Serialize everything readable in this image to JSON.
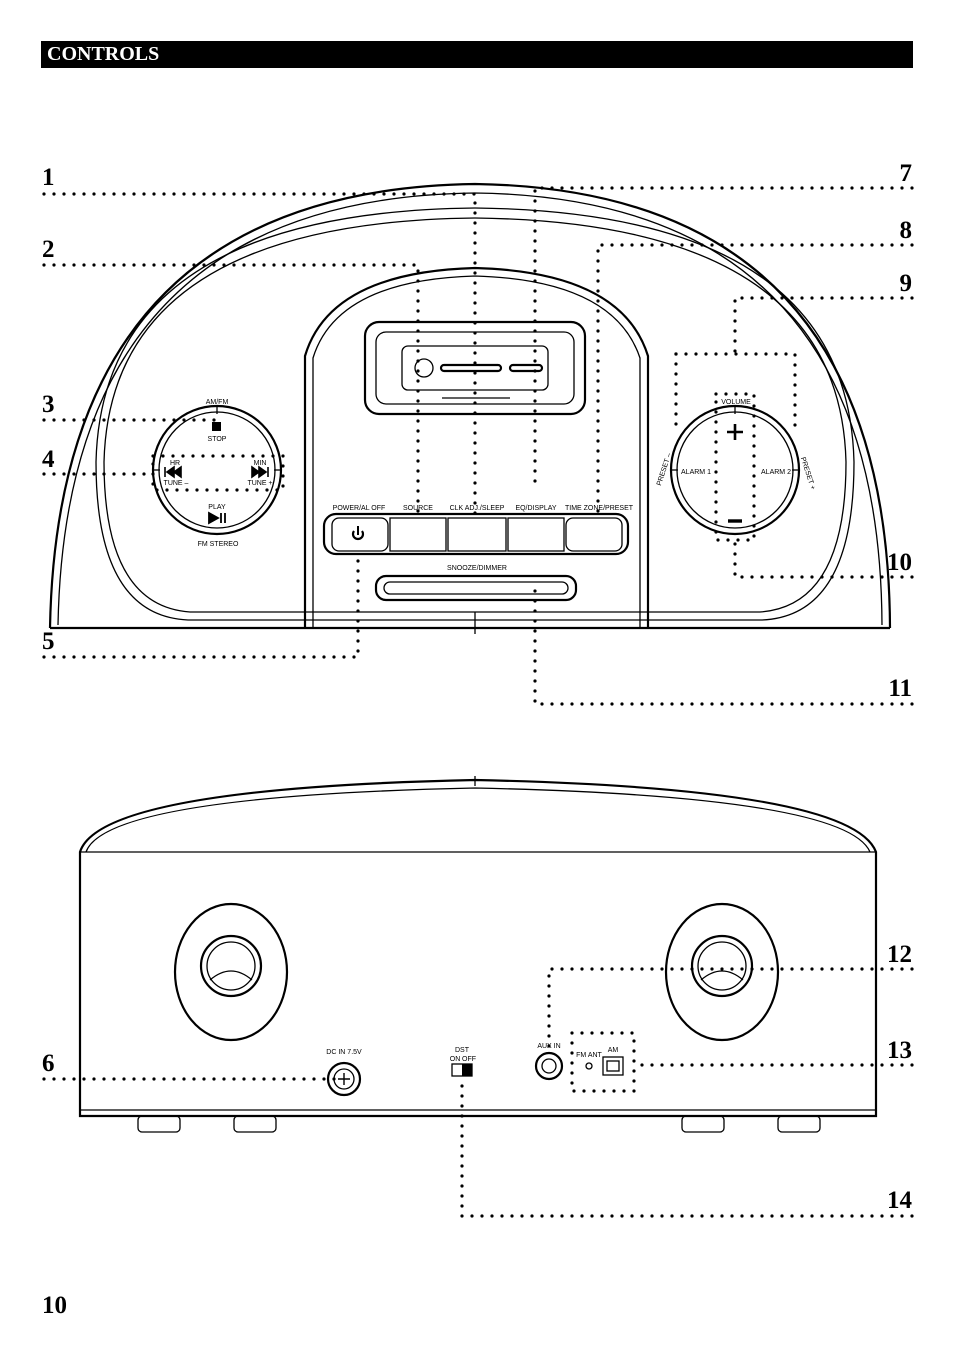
{
  "header": {
    "title": "CONTROLS"
  },
  "page_number": "10",
  "callouts": [
    "1",
    "2",
    "3",
    "4",
    "5",
    "6",
    "7",
    "8",
    "9",
    "10",
    "11",
    "12",
    "13",
    "14"
  ],
  "front_labels": {
    "am_fm": "AM/FM",
    "stop": "STOP",
    "hr": "HR",
    "tune_minus": "TUNE –",
    "min": "MIN",
    "tune_plus": "TUNE +",
    "play": "PLAY",
    "fm_stereo": "FM STEREO",
    "power": "POWER/AL OFF",
    "source": "SOURCE",
    "clk_adj": "CLK ADJ./SLEEP",
    "eq_display": "EQ/DISPLAY",
    "time_zone": "TIME ZONE/PRESET",
    "snooze": "SNOOZE/DIMMER",
    "volume": "VOLUME",
    "alarm1": "ALARM 1",
    "alarm2": "ALARM 2",
    "preset_minus": "PRESET –",
    "preset_plus": "PRESET +"
  },
  "rear_labels": {
    "dc_in": "DC IN 7.5V",
    "dst": "DST",
    "dst_on": "ON",
    "dst_off": "OFF",
    "aux_in": "AUX IN",
    "fm_ant": "FM ANT",
    "am": "AM"
  }
}
